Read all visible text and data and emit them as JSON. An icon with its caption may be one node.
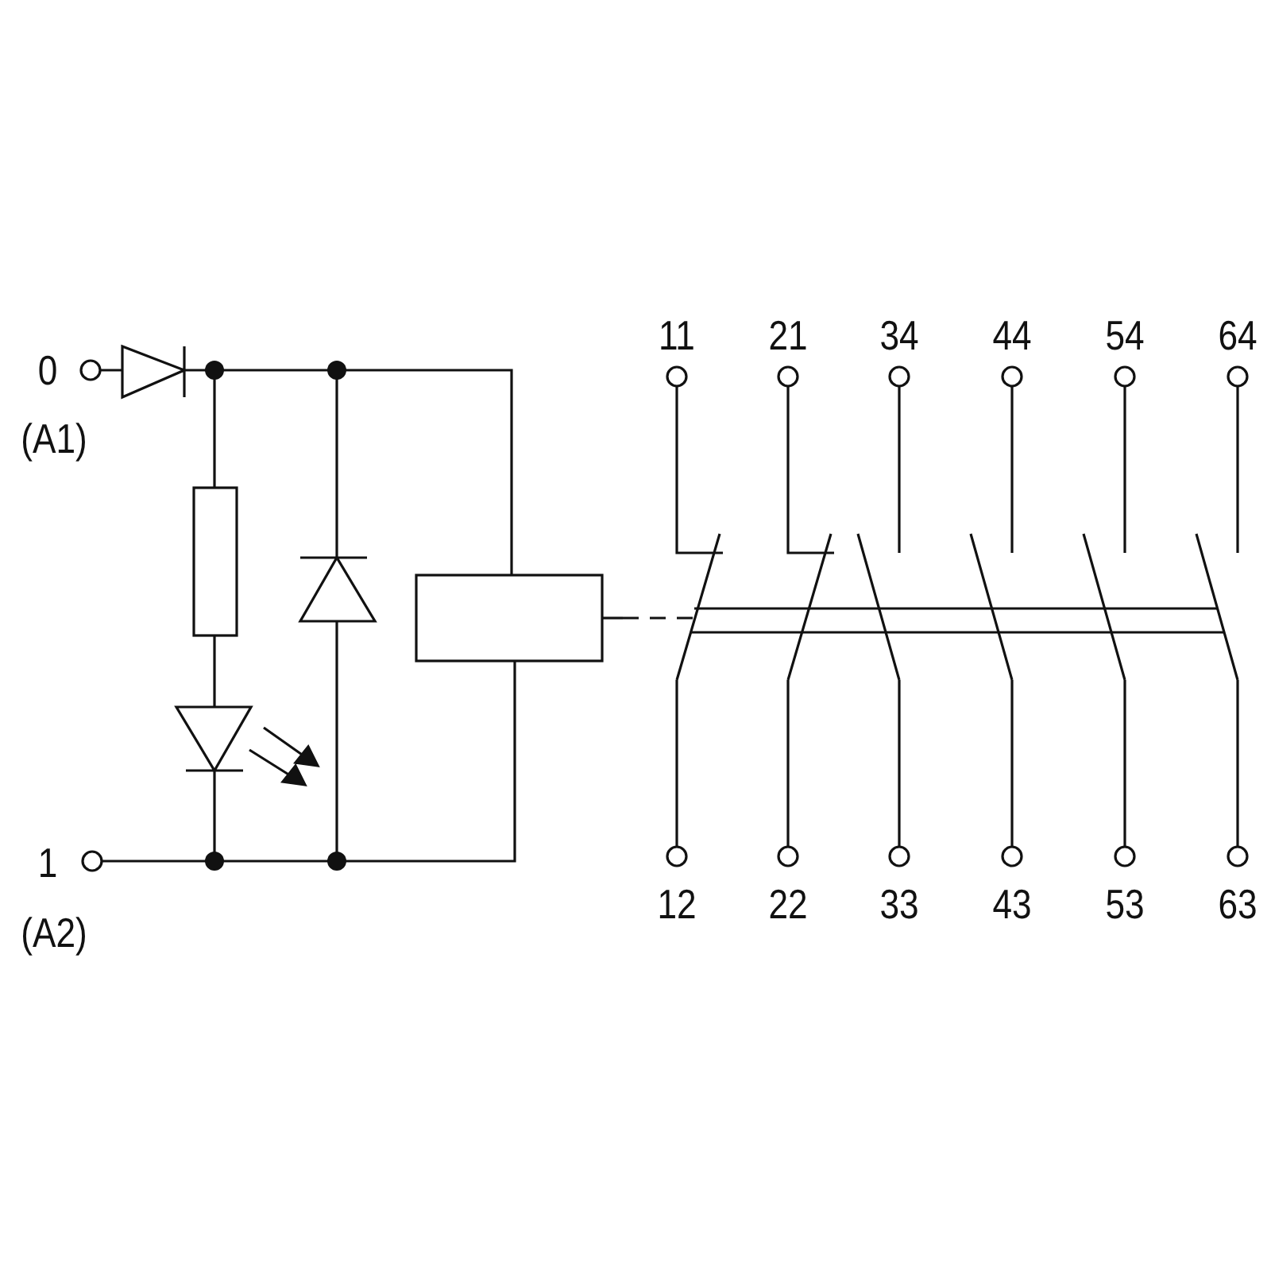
{
  "diagram": {
    "labels": [
      "0",
      "(A1)",
      "1",
      "(A2)",
      "11",
      "21",
      "34",
      "44",
      "54",
      "64",
      "12",
      "22",
      "33",
      "43",
      "53",
      "63"
    ]
  }
}
